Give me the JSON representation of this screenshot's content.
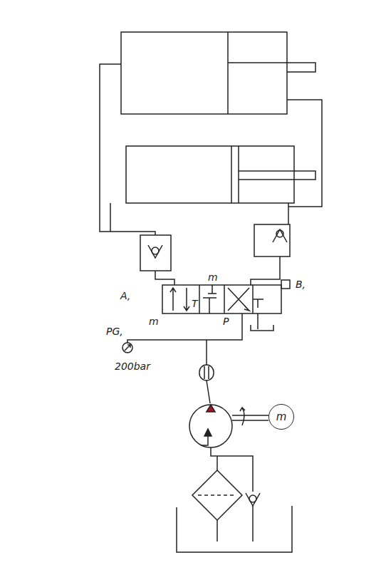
{
  "diagram": {
    "nodes": [
      {
        "text": [
          "m"
        ]
      }
    ],
    "labels": [
      "A,",
      "m",
      "T",
      "B,",
      "m",
      "P",
      "PG,",
      "200bar"
    ]
  }
}
